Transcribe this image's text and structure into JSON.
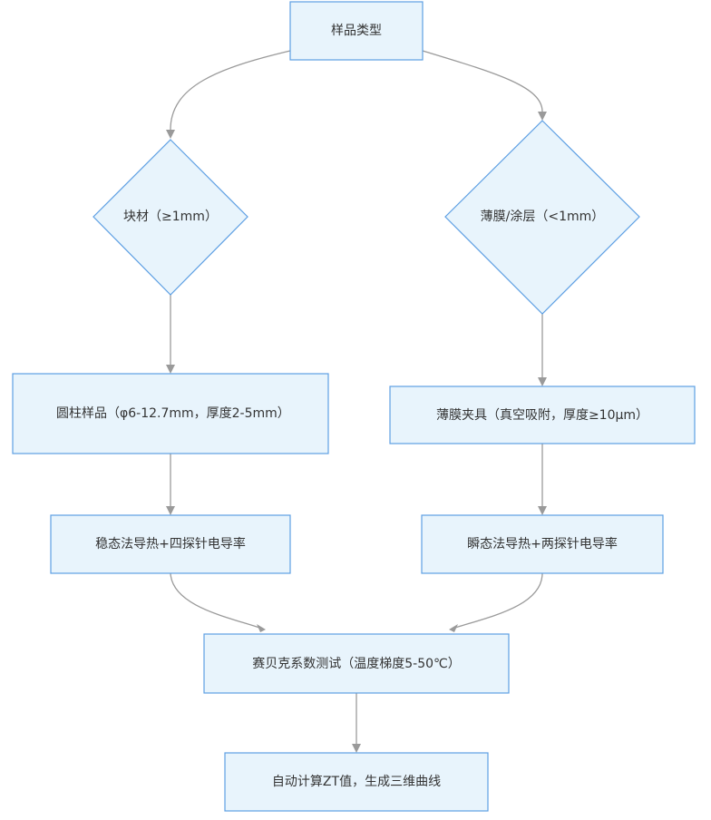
{
  "diagram": {
    "nodes": [
      {
        "id": "sample-type",
        "shape": "rect",
        "label": "样品类型"
      },
      {
        "id": "bulk",
        "shape": "diamond",
        "label": "块材（≥1mm）"
      },
      {
        "id": "film",
        "shape": "diamond",
        "label": "薄膜/涂层（<1mm）"
      },
      {
        "id": "cylinder",
        "shape": "rect",
        "label": "圆柱样品（φ6-12.7mm，厚度2-5mm）"
      },
      {
        "id": "film-fixture",
        "shape": "rect",
        "label": "薄膜夹具（真空吸附，厚度≥10μm）"
      },
      {
        "id": "steady-state",
        "shape": "rect",
        "label": "稳态法导热+四探针电导率"
      },
      {
        "id": "transient",
        "shape": "rect",
        "label": "瞬态法导热+两探针电导率"
      },
      {
        "id": "seebeck",
        "shape": "rect",
        "label": "赛贝克系数测试（温度梯度5-50℃）"
      },
      {
        "id": "zt-calc",
        "shape": "rect",
        "label": "自动计算ZT值，生成三维曲线"
      }
    ],
    "edges": [
      {
        "from": "sample-type",
        "to": "bulk"
      },
      {
        "from": "sample-type",
        "to": "film"
      },
      {
        "from": "bulk",
        "to": "cylinder"
      },
      {
        "from": "film",
        "to": "film-fixture"
      },
      {
        "from": "cylinder",
        "to": "steady-state"
      },
      {
        "from": "film-fixture",
        "to": "transient"
      },
      {
        "from": "steady-state",
        "to": "seebeck"
      },
      {
        "from": "transient",
        "to": "seebeck"
      },
      {
        "from": "seebeck",
        "to": "zt-calc"
      }
    ],
    "colors": {
      "node_fill": "#e8f4fc",
      "node_border": "#5d9fe3",
      "edge": "#9a9a9a",
      "text": "#333333"
    }
  }
}
